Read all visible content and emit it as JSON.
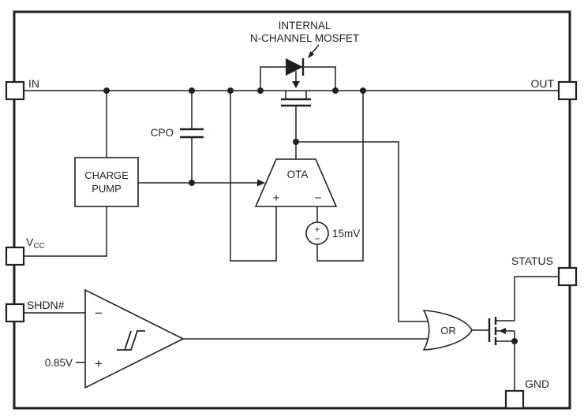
{
  "colors": {
    "line": "#231f20",
    "background": "#ffffff"
  },
  "labels": {
    "internal_mosfet_1": "INTERNAL",
    "internal_mosfet_2": "N-CHANNEL MOSFET",
    "cpo": "CPO",
    "charge_1": "CHARGE",
    "charge_2": "PUMP",
    "ota": "OTA",
    "offset": "15mV",
    "threshold": "0.85V",
    "or": "OR",
    "plus": "+",
    "minus": "−"
  },
  "pins": {
    "in": "IN",
    "out": "OUT",
    "vcc_base": "V",
    "vcc_sub": "CC",
    "shdn": "SHDN#",
    "status": "STATUS",
    "gnd": "GND"
  }
}
